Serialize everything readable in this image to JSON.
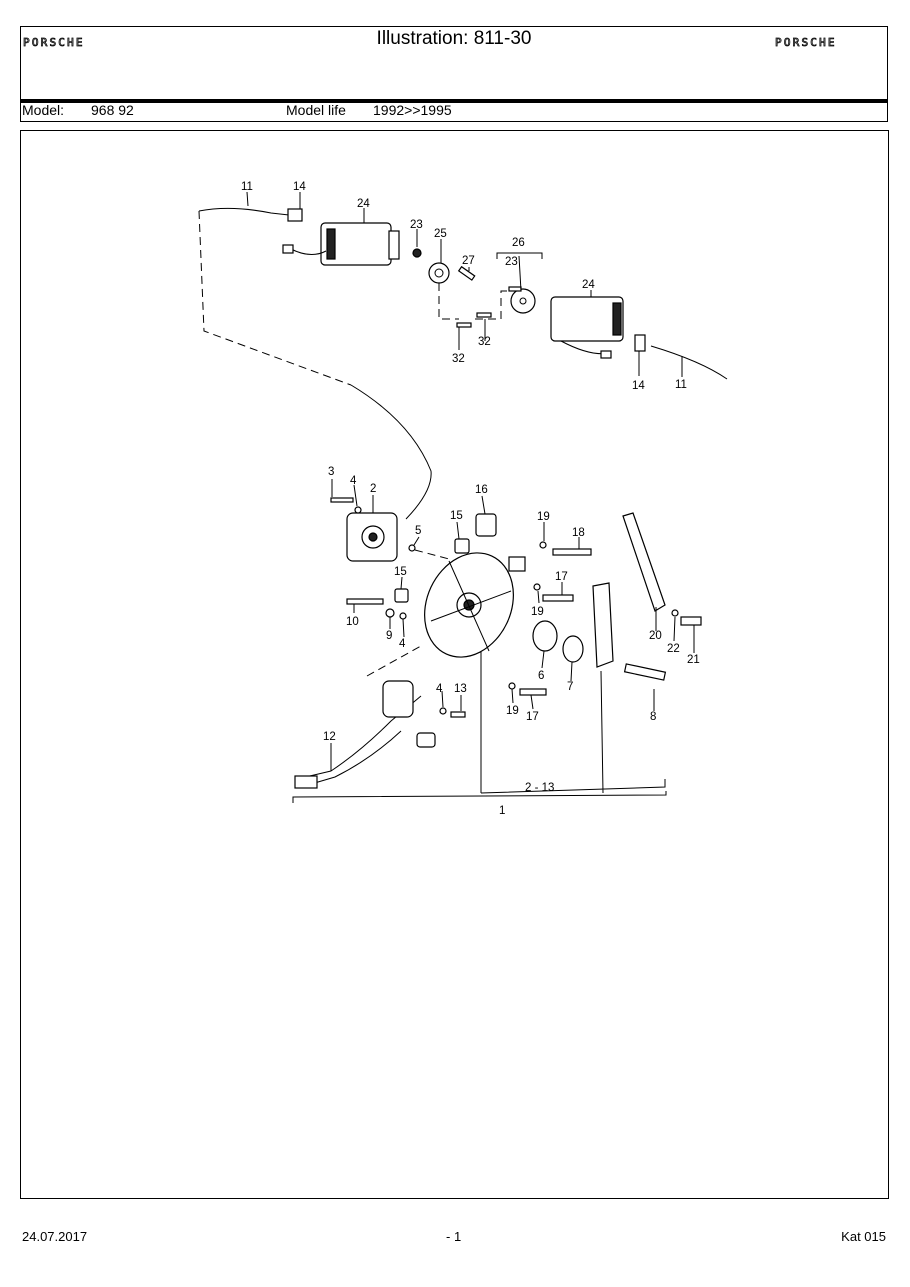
{
  "header": {
    "brand_logo": "PORSCHE",
    "title": "Illustration: 811-30",
    "model_label": "Model:",
    "model_value": "968 92",
    "model_life_label": "Model life",
    "model_life_value": "1992>>1995"
  },
  "diagram": {
    "labels": [
      "11",
      "14",
      "24",
      "23",
      "25",
      "27",
      "26",
      "23",
      "32",
      "32",
      "24",
      "14",
      "11",
      "3",
      "4",
      "2",
      "16",
      "15",
      "19",
      "18",
      "5",
      "17",
      "15",
      "19",
      "10",
      "9",
      "4",
      "6",
      "7",
      "20",
      "22",
      "21",
      "4",
      "13",
      "19",
      "17",
      "8",
      "12",
      "2 - 13",
      "1"
    ]
  },
  "footer": {
    "date": "24.07.2017",
    "page": "- 1",
    "catalog": "Kat 015"
  }
}
